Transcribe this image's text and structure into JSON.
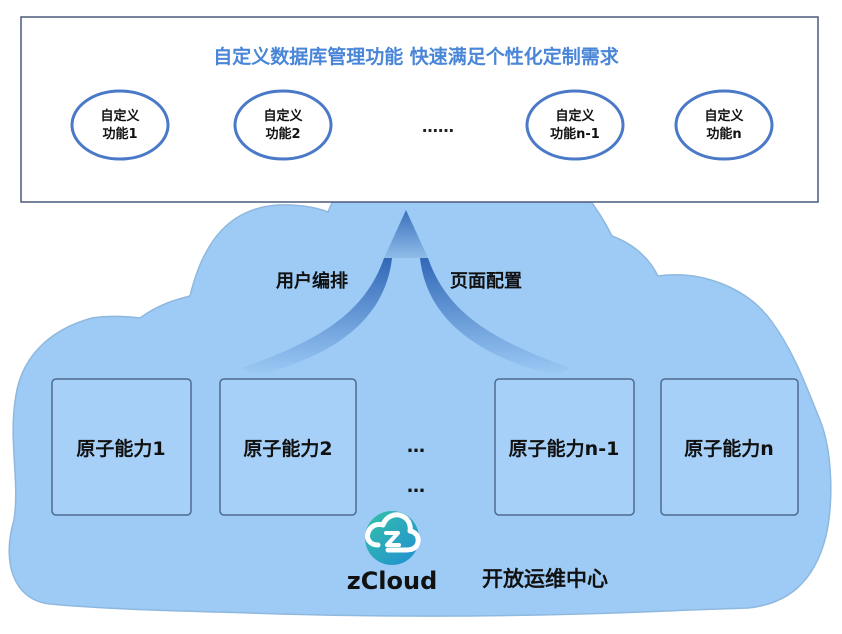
{
  "top_panel": {
    "headline": "自定义数据库管理功能 快速满足个性化定制需求",
    "features": [
      {
        "line1": "自定义",
        "line2": "功能1"
      },
      {
        "line1": "自定义",
        "line2": "功能2"
      },
      {
        "line1": "自定义",
        "line2": "功能n-1"
      },
      {
        "line1": "自定义",
        "line2": "功能n"
      }
    ],
    "ellipsis": "……"
  },
  "flow": {
    "left_label": "用户编排",
    "right_label": "页面配置"
  },
  "capabilities": {
    "items": [
      "原子能力1",
      "原子能力2",
      "原子能力n-1",
      "原子能力n"
    ],
    "dots_1": "…",
    "dots_2": "…"
  },
  "branding": {
    "logo_text": "zCloud",
    "center_text": "开放运维中心",
    "logo_icon": "cloud-refresh-icon"
  }
}
